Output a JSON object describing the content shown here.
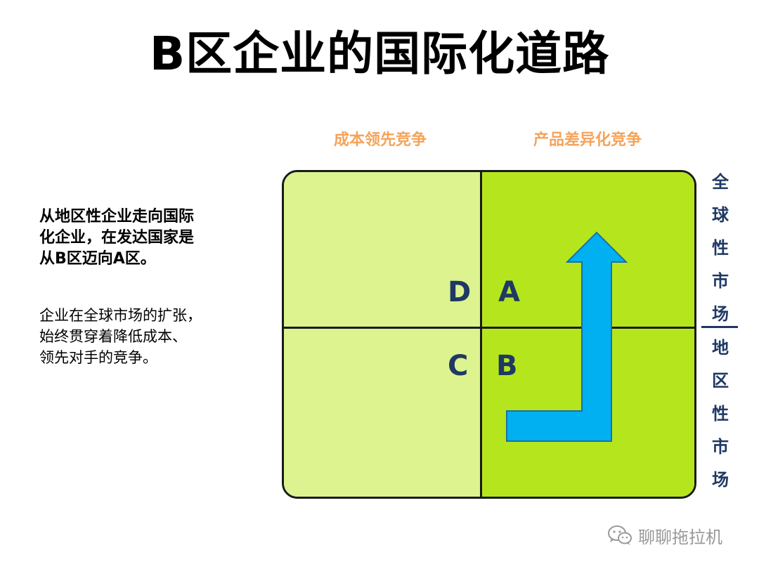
{
  "title": "B区企业的国际化道路",
  "text": {
    "bold_lines": [
      "从地区性企业走向国际",
      "化企业，在发达国家是",
      "从B区迈向A区。"
    ],
    "plain_lines": [
      "企业在全球市场的扩张，",
      "始终贯穿着降低成本、",
      "领先对手的竞争。"
    ]
  },
  "matrix": {
    "col_headers": [
      "成本领先竞争",
      "产品差异化竞争"
    ],
    "quadrants": [
      "D",
      "A",
      "C",
      "B"
    ],
    "side_top": [
      "全",
      "球",
      "性",
      "市",
      "场"
    ],
    "side_bottom": [
      "地",
      "区",
      "性",
      "市",
      "场"
    ]
  },
  "watermark": {
    "text": "聊聊拖拉机",
    "icon": "wechat-icon"
  },
  "colors": {
    "left_fill": "#dcf38f",
    "right_fill": "#b5e61d",
    "arrow": "#00b0f0",
    "header_text": "#f5a35a",
    "axis_text": "#1f3864"
  }
}
